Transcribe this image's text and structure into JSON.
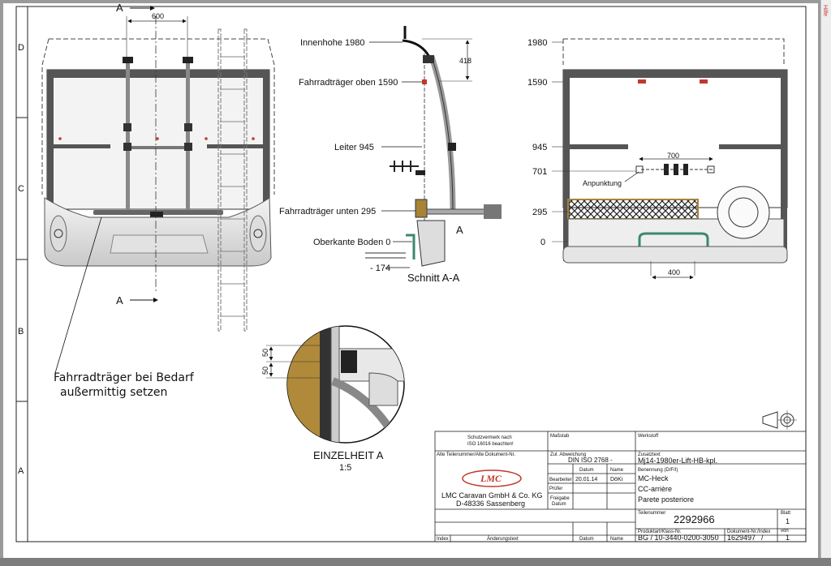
{
  "zones": {
    "d": "D",
    "c": "C",
    "b": "B",
    "a": "A"
  },
  "section_markers": {
    "top": "A",
    "bottom": "A",
    "right": "A"
  },
  "left_view": {
    "width_dim": "600",
    "note_line1": "Fahrradträger bei Bedarf",
    "note_line2": "außermittig setzen"
  },
  "section_view": {
    "innenhoehe": "Innenhohe 1980",
    "traeger_oben": "Fahrradträger oben 1590",
    "leiter": "Leiter 945",
    "traeger_unten": "Fahrradträger unten 295",
    "oberkante": "Oberkante Boden 0",
    "neg_dim": "- 174",
    "dim_418": "418",
    "caption": "Schnitt A-A"
  },
  "right_view": {
    "levels": [
      "1980",
      "1590",
      "945",
      "701",
      "295",
      "0"
    ],
    "dim_700": "700",
    "dim_400": "400",
    "anpunktung": "Anpunktung"
  },
  "detail": {
    "dim_top": "50",
    "dim_bottom": "50",
    "title": "EINZELHEIT A",
    "scale": "1:5"
  },
  "title_block": {
    "schutz_line1": "Schutzvermerk nach",
    "schutz_line2": "ISO 16016 beachten!",
    "massstab_label": "Maßstab",
    "werkstoff_label": "Werkstoff",
    "alte_teil_label": "Alte Teilenummer/Alte Dokument-Nr.",
    "zul_abw_label": "Zul. Abweichung",
    "zul_abw_value": "DIN ISO 2768 -",
    "zusatztext_label": "Zusatztext",
    "zusatztext_value": "Mj14-1980er-Lift-HB-kpl.",
    "datum_label": "Datum",
    "name_label": "Name",
    "benennung_label": "Benennung (D/F/I)",
    "benennung_1": "MC-Heck",
    "benennung_2": "CC-arrière",
    "benennung_3": "Parete posteriore",
    "bearbeiter_label": "Bearbeiter",
    "bearbeiter_datum": "20.01.14",
    "bearbeiter_name": "DöKi",
    "pruefer_label": "Prüfer",
    "freigabe_label1": "Freigabe",
    "freigabe_label2": "Datum",
    "logo": "LMC",
    "company": "LMC Caravan GmbH & Co. KG",
    "address": "D-48336 Sassenberg",
    "teilenummer_label": "Teilenummer",
    "teilenummer": "2292966",
    "blatt_label": "Blatt",
    "blatt": "1",
    "von_label": "von",
    "von": "1",
    "produktart_label": "Produktart/Klass-Nr.",
    "produktart": "BG / 10-3440-0200-3050",
    "dokument_label": "Dokument-Nr./Index",
    "dokument": "1629497",
    "dokument_index": "/",
    "index_label": "Index",
    "aenderung_label": "Änderungstext",
    "datum_label2": "Datum",
    "name_label2": "Name"
  },
  "side_tab": "Hilfe"
}
